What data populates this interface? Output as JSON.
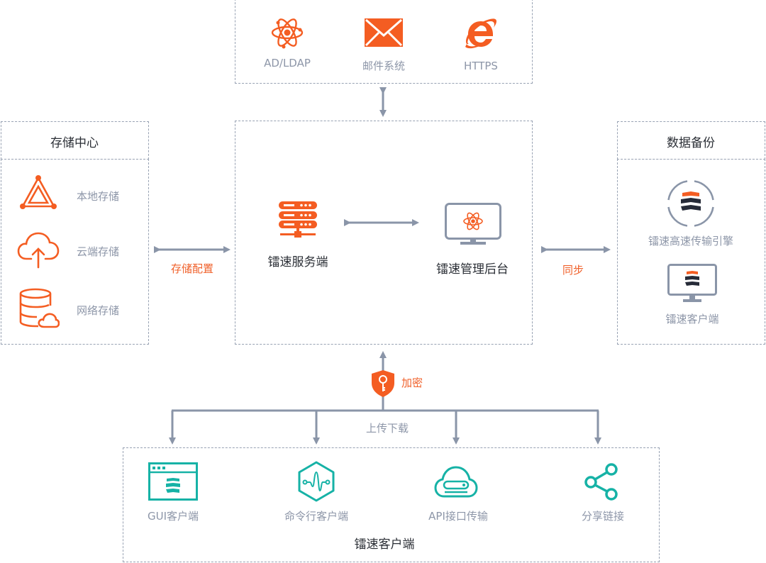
{
  "colors": {
    "accent": "#f45d22",
    "teal": "#16b2a6",
    "line": "#8a95a8",
    "dark": "#262b38",
    "label_gray": "#8d96a8"
  },
  "top_box": {
    "items": [
      {
        "label": "AD/LDAP",
        "icon": "atom-icon"
      },
      {
        "label": "邮件系统",
        "icon": "mail-icon"
      },
      {
        "label": "HTTPS",
        "icon": "ie-browser-icon"
      }
    ]
  },
  "storage": {
    "title": "存储中心",
    "items": [
      {
        "label": "本地存储",
        "icon": "triangle-nodes-icon"
      },
      {
        "label": "云端存储",
        "icon": "cloud-upload-icon"
      },
      {
        "label": "网络存储",
        "icon": "database-cloud-icon"
      }
    ],
    "link_label": "存储配置"
  },
  "center": {
    "server_label": "镭速服务端",
    "admin_label": "镭速管理后台"
  },
  "backup": {
    "title": "数据备份",
    "items": [
      {
        "label": "镭速高速传输引擎",
        "icon": "engine-logo-icon"
      },
      {
        "label": "镭速客户端",
        "icon": "monitor-logo-icon"
      }
    ],
    "link_label": "同步"
  },
  "encrypt_label": "加密",
  "transfer_label": "上传下载",
  "clients": {
    "title": "镭速客户端",
    "items": [
      {
        "label": "GUI客户端",
        "icon": "gui-window-icon"
      },
      {
        "label": "命令行客户端",
        "icon": "cli-wave-icon"
      },
      {
        "label": "API接口传输",
        "icon": "api-cloud-icon"
      },
      {
        "label": "分享链接",
        "icon": "share-icon"
      }
    ]
  }
}
